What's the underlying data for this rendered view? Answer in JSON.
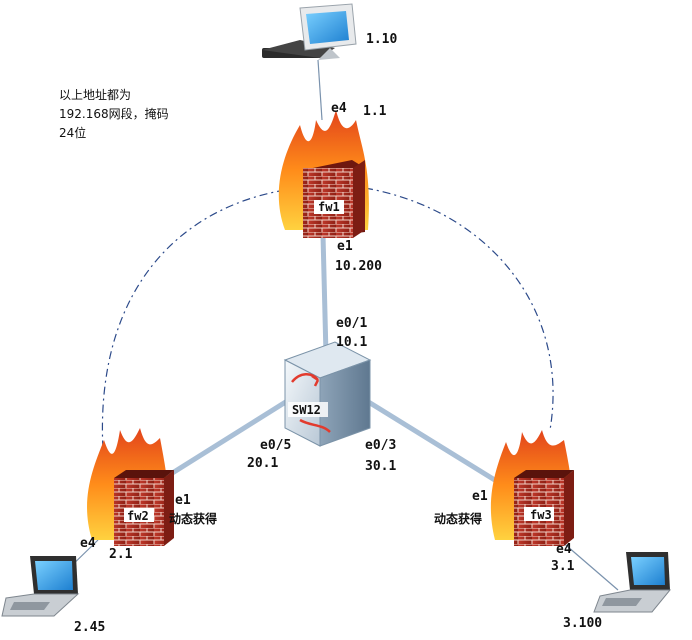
{
  "note": {
    "line1": "以上地址都为",
    "line2": "192.168网段，掩码",
    "line3": "24位"
  },
  "top_pc": {
    "ip": "1.10"
  },
  "fw1": {
    "name": "fw1",
    "e4_label": "e4",
    "e4_ip": "1.1",
    "e1_label": "e1",
    "e1_ip": "10.200"
  },
  "sw12": {
    "name": "SW12",
    "p01_label": "e0/1",
    "p01_ip": "10.1",
    "p05_label": "e0/5",
    "p05_ip": "20.1",
    "p03_label": "e0/3",
    "p03_ip": "30.1"
  },
  "fw2": {
    "name": "fw2",
    "e1_label": "e1",
    "e1_mode": "动态获得",
    "e4_label": "e4",
    "e4_ip": "2.1"
  },
  "fw3": {
    "name": "fw3",
    "e1_label": "e1",
    "e1_mode": "动态获得",
    "e4_label": "e4",
    "e4_ip": "3.1"
  },
  "laptop_left": {
    "ip": "2.45"
  },
  "laptop_right": {
    "ip": "3.100"
  }
}
